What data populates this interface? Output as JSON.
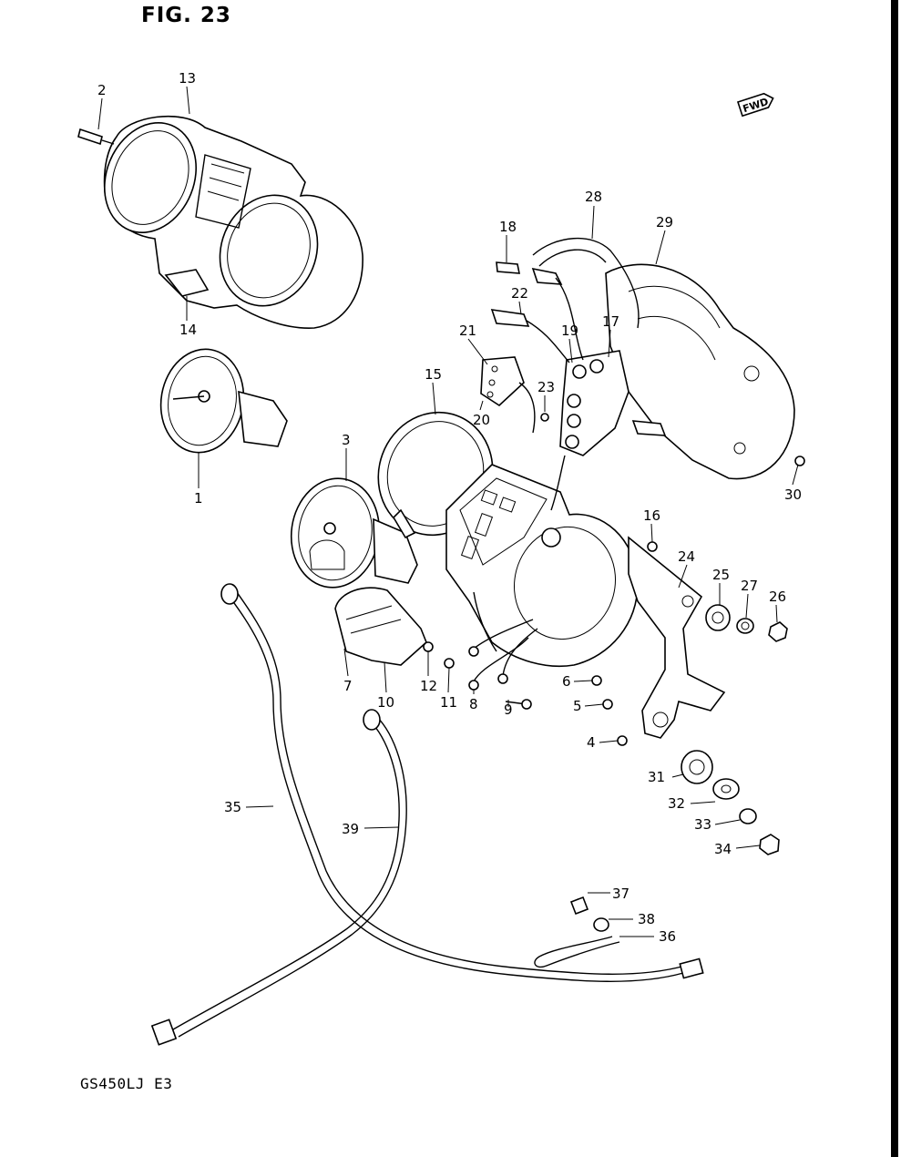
{
  "figure": {
    "title": "FIG. 23",
    "model_code": "GS450LJ  E3",
    "fwd_badge": "FWD"
  },
  "callouts": [
    {
      "id": "c1",
      "number": "1"
    },
    {
      "id": "c2",
      "number": "2"
    },
    {
      "id": "c3",
      "number": "3"
    },
    {
      "id": "c4",
      "number": "4"
    },
    {
      "id": "c5",
      "number": "5"
    },
    {
      "id": "c6",
      "number": "6"
    },
    {
      "id": "c7",
      "number": "7"
    },
    {
      "id": "c8",
      "number": "8"
    },
    {
      "id": "c9",
      "number": "9"
    },
    {
      "id": "c10",
      "number": "10"
    },
    {
      "id": "c11",
      "number": "11"
    },
    {
      "id": "c12",
      "number": "12"
    },
    {
      "id": "c13",
      "number": "13"
    },
    {
      "id": "c14",
      "number": "14"
    },
    {
      "id": "c15",
      "number": "15"
    },
    {
      "id": "c16",
      "number": "16"
    },
    {
      "id": "c17",
      "number": "17"
    },
    {
      "id": "c18",
      "number": "18"
    },
    {
      "id": "c19",
      "number": "19"
    },
    {
      "id": "c20",
      "number": "20"
    },
    {
      "id": "c21",
      "number": "21"
    },
    {
      "id": "c22",
      "number": "22"
    },
    {
      "id": "c23",
      "number": "23"
    },
    {
      "id": "c24",
      "number": "24"
    },
    {
      "id": "c25",
      "number": "25"
    },
    {
      "id": "c26",
      "number": "26"
    },
    {
      "id": "c27",
      "number": "27"
    },
    {
      "id": "c28",
      "number": "28"
    },
    {
      "id": "c29",
      "number": "29"
    },
    {
      "id": "c30",
      "number": "30"
    },
    {
      "id": "c31",
      "number": "31"
    },
    {
      "id": "c32",
      "number": "32"
    },
    {
      "id": "c33",
      "number": "33"
    },
    {
      "id": "c34",
      "number": "34"
    },
    {
      "id": "c35",
      "number": "35"
    },
    {
      "id": "c36",
      "number": "36"
    },
    {
      "id": "c37",
      "number": "37"
    },
    {
      "id": "c38",
      "number": "38"
    },
    {
      "id": "c39",
      "number": "39"
    }
  ]
}
